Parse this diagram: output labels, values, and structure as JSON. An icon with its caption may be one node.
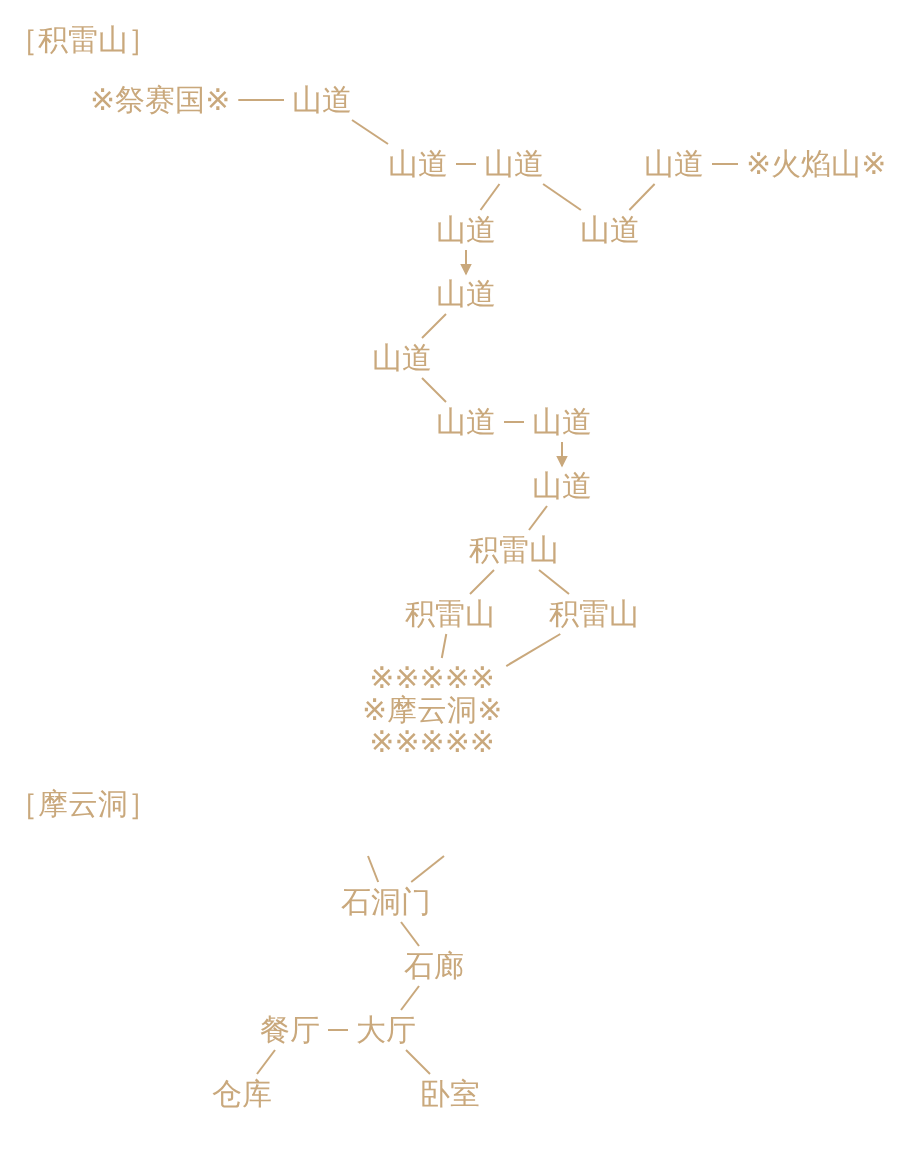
{
  "diagram": {
    "nodes": [
      {
        "text": [
          "※祭赛国※"
        ]
      },
      {
        "text": [
          "山道"
        ]
      },
      {
        "text": [
          "山道"
        ]
      },
      {
        "text": [
          "山道"
        ]
      },
      {
        "text": [
          "山道"
        ]
      },
      {
        "text": [
          "※火焰山※"
        ]
      },
      {
        "text": [
          "山道"
        ]
      },
      {
        "text": [
          "山道"
        ]
      },
      {
        "text": [
          "山道"
        ]
      },
      {
        "text": [
          "山道"
        ]
      },
      {
        "text": [
          "山道"
        ]
      },
      {
        "text": [
          "山道"
        ]
      },
      {
        "text": [
          "山道"
        ]
      },
      {
        "text": [
          "积雷山"
        ]
      },
      {
        "text": [
          "积雷山"
        ]
      },
      {
        "text": [
          "积雷山"
        ]
      },
      {
        "text": [
          "※※※※※",
          "※摩云洞※",
          "※※※※※"
        ]
      },
      {
        "text": [
          "石洞门"
        ]
      },
      {
        "text": [
          "石廊"
        ]
      },
      {
        "text": [
          "餐厅"
        ]
      },
      {
        "text": [
          "大厅"
        ]
      },
      {
        "text": [
          "仓库"
        ]
      },
      {
        "text": [
          "卧室"
        ]
      }
    ],
    "edges": [
      {
        "from": 0,
        "to": 1,
        "arrow": "none"
      },
      {
        "from": 1,
        "to": 2,
        "arrow": "none"
      },
      {
        "from": 2,
        "to": 3,
        "arrow": "none"
      },
      {
        "from": 3,
        "to": 6,
        "arrow": "none"
      },
      {
        "from": 3,
        "to": 7,
        "arrow": "none"
      },
      {
        "from": 4,
        "to": 7,
        "arrow": "none"
      },
      {
        "from": 4,
        "to": 5,
        "arrow": "none"
      },
      {
        "from": 6,
        "to": 8,
        "arrow": "to"
      },
      {
        "from": 8,
        "to": 9,
        "arrow": "none"
      },
      {
        "from": 9,
        "to": 10,
        "arrow": "none"
      },
      {
        "from": 10,
        "to": 11,
        "arrow": "none"
      },
      {
        "from": 11,
        "to": 12,
        "arrow": "to"
      },
      {
        "from": 12,
        "to": 13,
        "arrow": "none"
      },
      {
        "from": 13,
        "to": 14,
        "arrow": "none"
      },
      {
        "from": 13,
        "to": 15,
        "arrow": "none"
      },
      {
        "from": 14,
        "to": 16,
        "arrow": "none"
      },
      {
        "from": 15,
        "to": 16,
        "arrow": "none"
      },
      {
        "from": null,
        "to": 17,
        "arrow": "none"
      },
      {
        "from": null,
        "to": 17,
        "arrow": "none"
      },
      {
        "from": 17,
        "to": 18,
        "arrow": "none"
      },
      {
        "from": 18,
        "to": 20,
        "arrow": "none"
      },
      {
        "from": 19,
        "to": 20,
        "arrow": "none"
      },
      {
        "from": 19,
        "to": 21,
        "arrow": "none"
      },
      {
        "from": 20,
        "to": 22,
        "arrow": "none"
      }
    ],
    "labels": [
      "［积雷山］",
      "［摩云洞］"
    ]
  }
}
